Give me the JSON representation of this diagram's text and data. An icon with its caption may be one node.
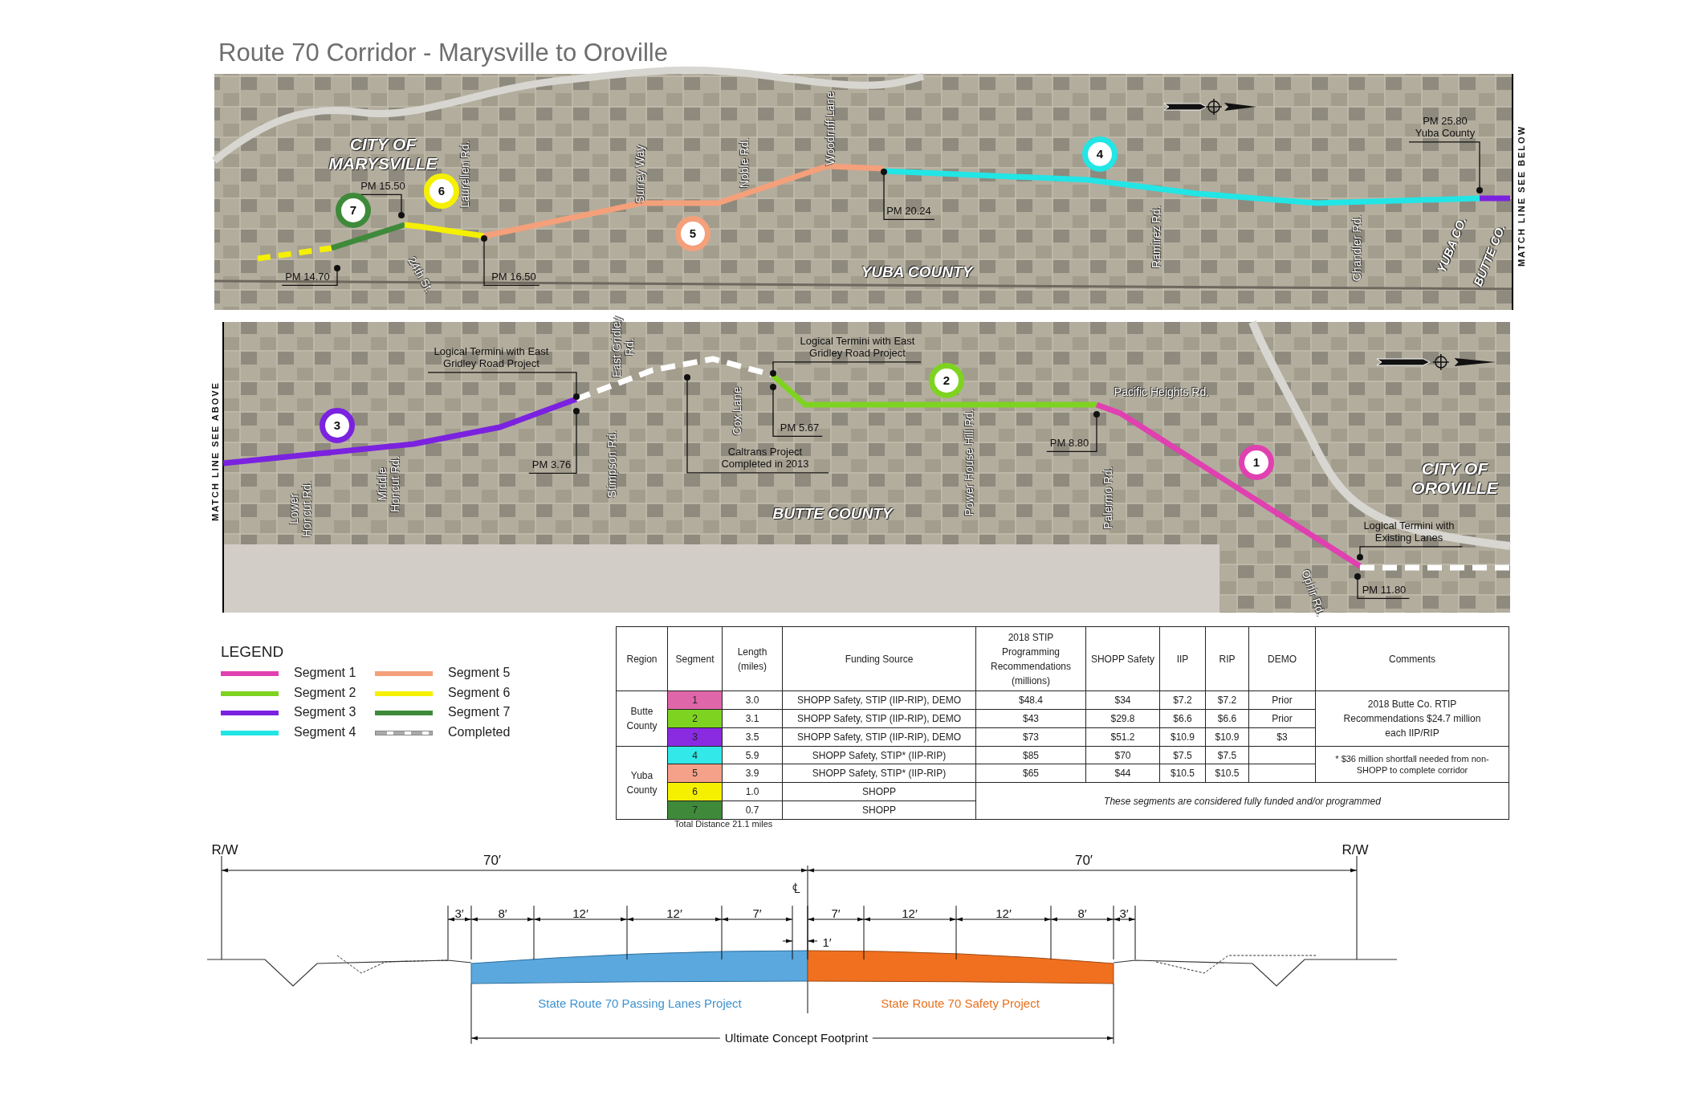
{
  "diagram": {
    "title": "Route 70 Corridor - Marysville to Oroville",
    "nodes": [
      {
        "text": [
          "7"
        ]
      },
      {
        "text": [
          "PM 15.50"
        ]
      },
      {
        "text": [
          "6"
        ]
      },
      {
        "text": [
          "PM 14.70"
        ]
      },
      {
        "text": [
          "PM 16.50"
        ]
      },
      {
        "text": [
          "5"
        ]
      },
      {
        "text": [
          "PM 20.24"
        ]
      },
      {
        "text": [
          "4"
        ]
      },
      {
        "text": [
          "PM 25.80 Yuba County"
        ]
      },
      {
        "text": [
          "Logical Termini with East Gridley Road Project"
        ]
      },
      {
        "text": [
          "3"
        ]
      },
      {
        "text": [
          "PM 3.76"
        ]
      },
      {
        "text": [
          "Logical Termini with East Gridley Road Project"
        ]
      },
      {
        "text": [
          "Caltrans Project Completed in 2013"
        ]
      },
      {
        "text": [
          "PM 5.67"
        ]
      },
      {
        "text": [
          "2"
        ]
      },
      {
        "text": [
          "PM 8.80"
        ]
      },
      {
        "text": [
          "1"
        ]
      },
      {
        "text": [
          "Logical Termini with Existing Lanes"
        ]
      },
      {
        "text": [
          "PM 11.80"
        ]
      }
    ],
    "edges": [
      {
        "from": 1,
        "to": null,
        "arrow": "other"
      },
      {
        "from": 3,
        "to": null,
        "arrow": "other"
      },
      {
        "from": 4,
        "to": null,
        "arrow": "other"
      },
      {
        "from": 6,
        "to": null,
        "arrow": "other"
      },
      {
        "from": 8,
        "to": null,
        "arrow": "other"
      },
      {
        "from": 9,
        "to": null,
        "arrow": "other"
      },
      {
        "from": 11,
        "to": null,
        "arrow": "other"
      },
      {
        "from": 12,
        "to": null,
        "arrow": "other"
      },
      {
        "from": 13,
        "to": null,
        "arrow": "other"
      },
      {
        "from": 14,
        "to": null,
        "arrow": "other"
      },
      {
        "from": 16,
        "to": null,
        "arrow": "other"
      },
      {
        "from": 18,
        "to": null,
        "arrow": "other"
      },
      {
        "from": 19,
        "to": null,
        "arrow": "other"
      }
    ],
    "labels": [
      "CITY OF MARYSVILLE",
      "Laurellen Rd.",
      "Surrey Way",
      "Noble Rd.",
      "Woodruff Lane",
      "24th St.",
      "YUBA COUNTY",
      "Ramirez Rd.",
      "Chandler Rd.",
      "YUBA CO.",
      "BUTTE CO.",
      "MATCH LINE SEE BELOW",
      "MATCH LINE SEE ABOVE",
      "Lower Honcut Rd.",
      "Middle Honcut Rd.",
      "East Gridley Rd.",
      "Stimpson Rd.",
      "Cox Lane",
      "BUTTE COUNTY",
      "Power House Hill Rd.",
      "Pacific Heights Rd.",
      "Palermo Rd.",
      "CITY OF OROVILLE",
      "Ophir Rd.",
      "LEGEND",
      "Region",
      "Segment",
      "Length (miles)",
      "Funding Source",
      "2018 STIP Programming Recommendations (millions)",
      "SHOPP Safety",
      "IIP",
      "RIP",
      "DEMO",
      "Comments",
      "Butte County",
      "1",
      "3.0",
      "SHOPP Safety, STIP (IIP-RIP), DEMO",
      "$48.4",
      "$34",
      "$7.2",
      "$7.2",
      "Prior",
      "2018 Butte Co. RTIP Recommendations $24.7 million each IIP/RIP",
      "2",
      "3.1",
      "SHOPP Safety, STIP (IIP-RIP), DEMO",
      "$43",
      "$29.8",
      "$6.6",
      "$6.6",
      "Prior",
      "3",
      "3.5",
      "SHOPP Safety, STIP (IIP-RIP), DEMO",
      "$73",
      "$51.2",
      "$10.9",
      "$10.9",
      "$3",
      "Yuba County",
      "4",
      "5.9",
      "SHOPP Safety, STIP* (IIP-RIP)",
      "$85",
      "$70",
      "$7.5",
      "$7.5",
      "* $36 million shortfall needed from non-SHOPP to complete corridor",
      "5",
      "3.9",
      "SHOPP Safety, STIP* (IIP-RIP)",
      "$65",
      "$44",
      "$10.5",
      "$10.5",
      "6",
      "1.0",
      "SHOPP",
      "These segments are considered fully funded and/or programmed",
      "7",
      "0.7",
      "SHOPP",
      "Total Distance 21.1 miles",
      "R/W",
      "70′",
      "℄",
      "70′",
      "R/W",
      "3′",
      "8′",
      "12′",
      "12′",
      "7′",
      "7′",
      "12′",
      "12′",
      "8′",
      "3′",
      "1′",
      "State Route 70 Passing Lanes Project",
      "State Route 70 Safety Project",
      "Ultimate Concept Footprint"
    ],
    "legend": [
      {
        "text": "Segment 1",
        "color": "#e040b0"
      },
      {
        "text": "Segment 2",
        "color": "#7ed321"
      },
      {
        "text": "Segment 3",
        "color": "#7b22e0"
      },
      {
        "text": "Segment 4",
        "color": "#22e5e5"
      },
      {
        "text": "Segment 5",
        "color": "#f4a07a"
      },
      {
        "text": "Segment 6",
        "color": "#f5f000"
      },
      {
        "text": "Segment 7",
        "color": "#3f8a3a"
      },
      {
        "text": "Completed"
      }
    ]
  }
}
